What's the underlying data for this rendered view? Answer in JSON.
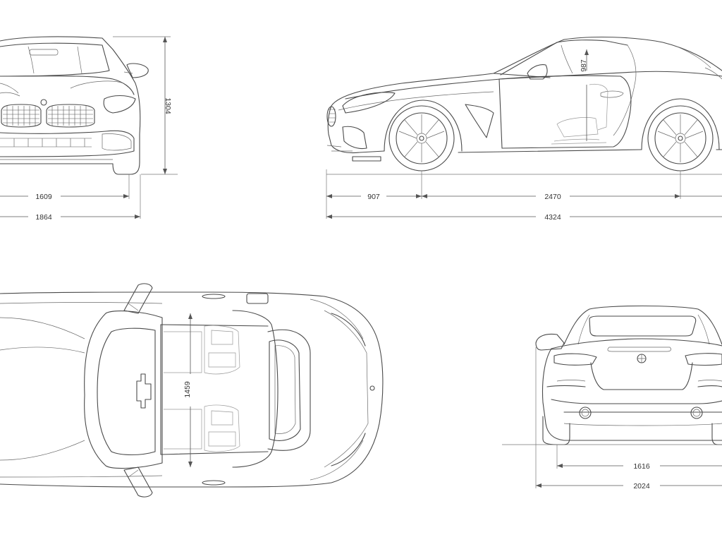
{
  "dimensions": {
    "front_height": "1304",
    "front_track": "1609",
    "front_width": "1864",
    "front_overhang": "907",
    "wheelbase": "2470",
    "length": "4324",
    "seat_height": "987",
    "interior_width": "1459",
    "rear_track": "1616",
    "rear_width_mirrors": "2024"
  },
  "colors": {
    "line": "#4a4a4a",
    "dimension": "#555555",
    "background": "#ffffff"
  }
}
